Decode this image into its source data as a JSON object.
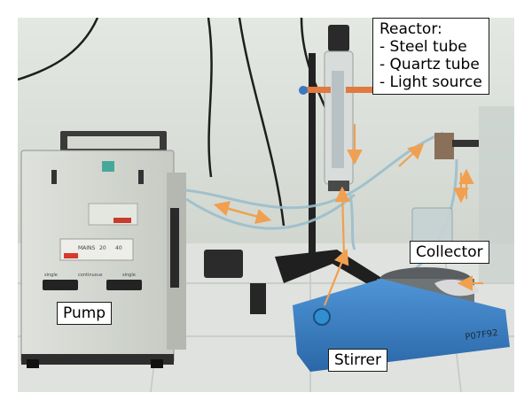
{
  "labels": {
    "reactor": {
      "title": "Reactor:",
      "items": [
        "- Steel tube",
        "- Quartz tube",
        "- Light source"
      ]
    },
    "pump": "Pump",
    "collector": "Collector",
    "stirrer": "Stirrer"
  },
  "pump_panel": {
    "selector_labels": [
      "single",
      "continuous",
      "single"
    ],
    "switch_label": "MAINS",
    "dial_values": [
      "20",
      "40"
    ]
  },
  "stirrer_marking": "P07F92",
  "colors": {
    "wall": "#dfe3de",
    "pump_body": "#cfd3cc",
    "stirrer_body": "#3b7fc2",
    "annotation_arrow": "#f0a050",
    "tubing": "#9bbfcc"
  }
}
